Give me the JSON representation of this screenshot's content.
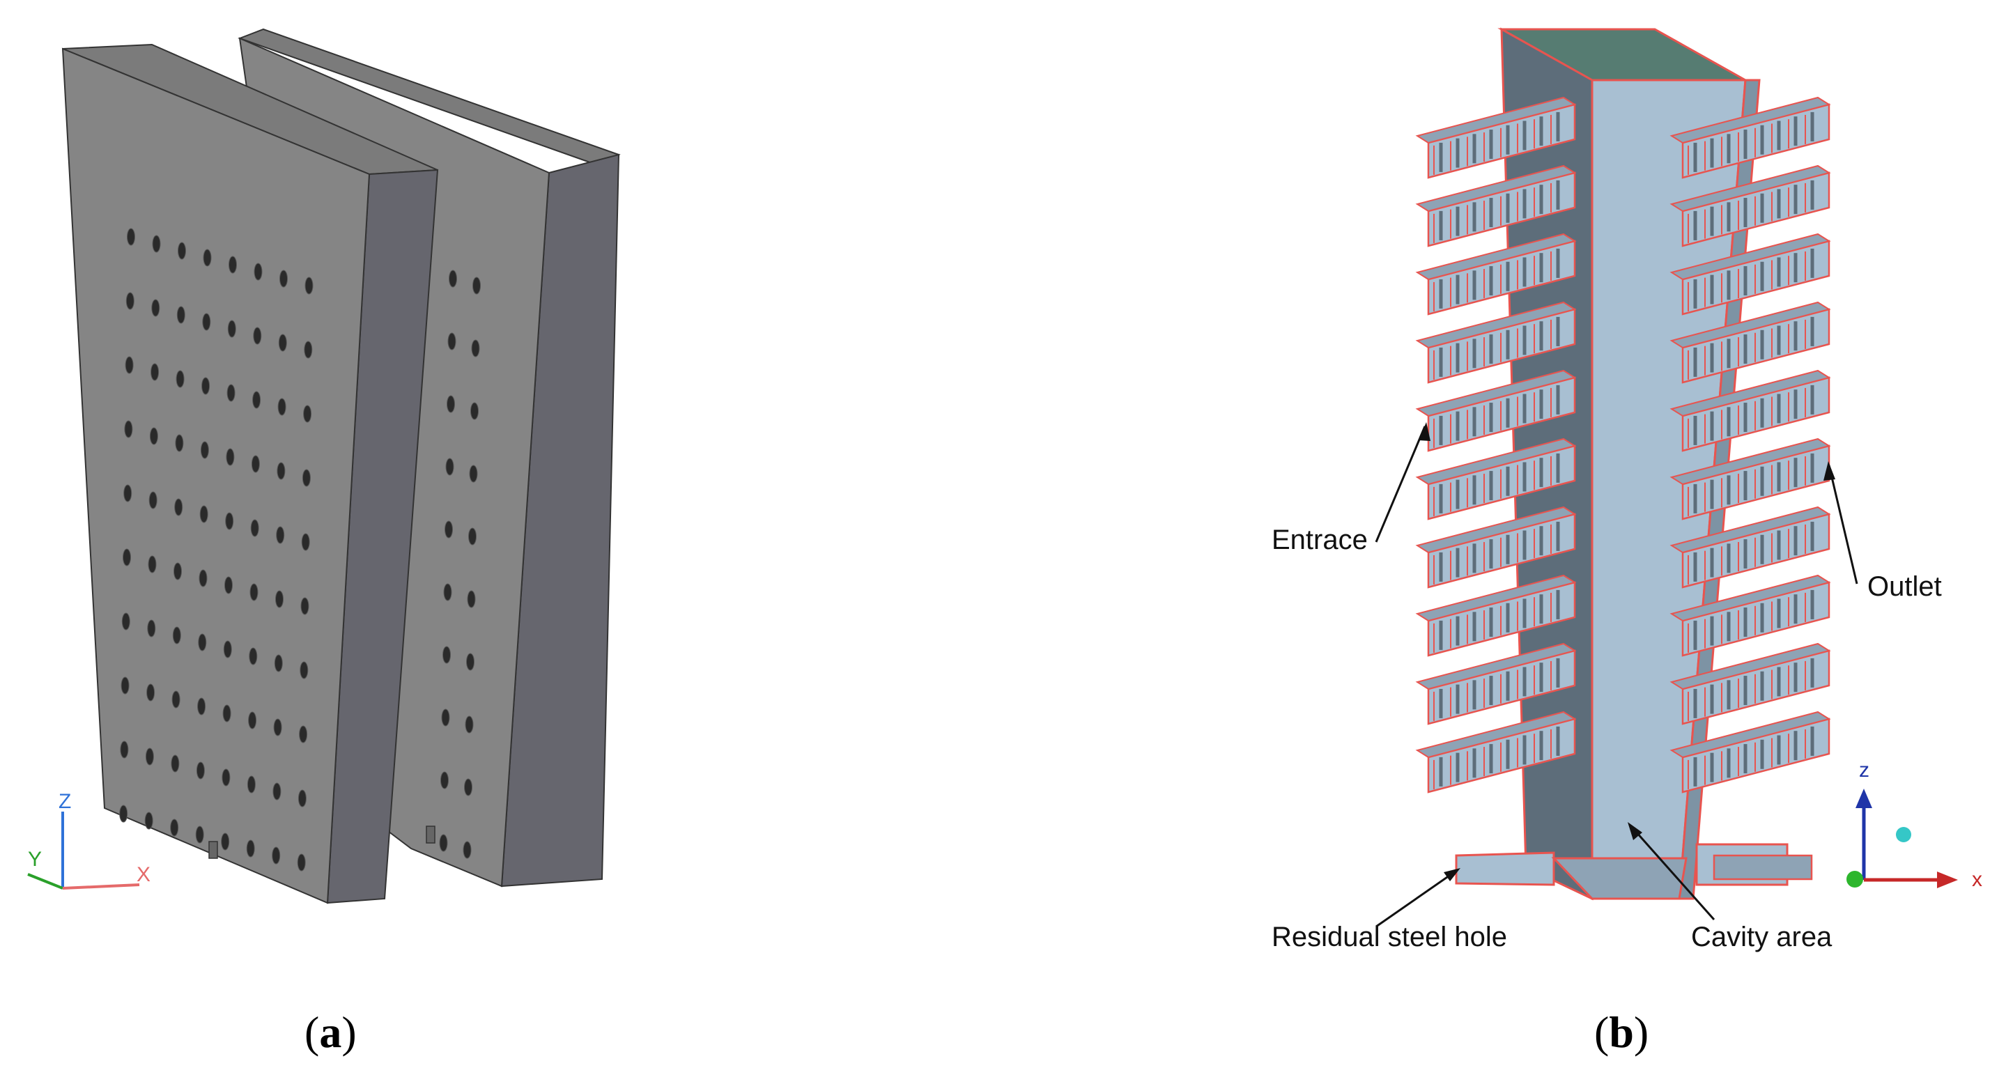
{
  "panel_a": {
    "caption_open": "(",
    "caption_letter": "a",
    "caption_close": ")",
    "triad": {
      "z": "Z",
      "y": "Y",
      "x": "X"
    }
  },
  "panel_b": {
    "caption_open": "(",
    "caption_letter": "b",
    "caption_close": ")",
    "labels": {
      "entrace": "Entrace",
      "outlet": "Outlet",
      "residual": "Residual steel hole",
      "cavity": "Cavity area"
    },
    "triad": {
      "z": "z",
      "x": "x"
    }
  },
  "colors": {
    "slab_front": "#858585",
    "slab_side": "#66666e",
    "slab_top": "#7a7a7a",
    "edge_red": "#e8544f",
    "blue_light": "#a8bfd2",
    "blue_dark": "#5d6d7a",
    "top_teal": "#567c72"
  }
}
